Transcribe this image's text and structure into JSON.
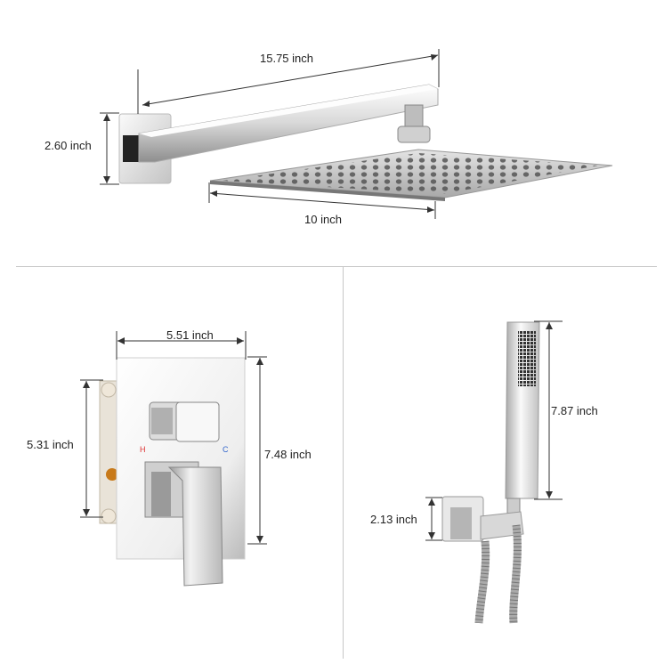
{
  "showerhead_panel": {
    "arm_length": "15.75 inch",
    "wall_plate_height": "2.60 inch",
    "head_width": "10 inch"
  },
  "valve_panel": {
    "plate_width": "5.51 inch",
    "box_height": "5.31 inch",
    "plate_height": "7.48 inch",
    "hot_mark": "H",
    "cold_mark": "C"
  },
  "handheld_panel": {
    "handle_length": "7.87 inch",
    "holder_height": "2.13 inch"
  },
  "colors": {
    "chrome_light": "#f4f4f4",
    "chrome_dark": "#8a8a8a",
    "divider": "#c8c8c8",
    "hot": "#d33",
    "cold": "#36c"
  }
}
